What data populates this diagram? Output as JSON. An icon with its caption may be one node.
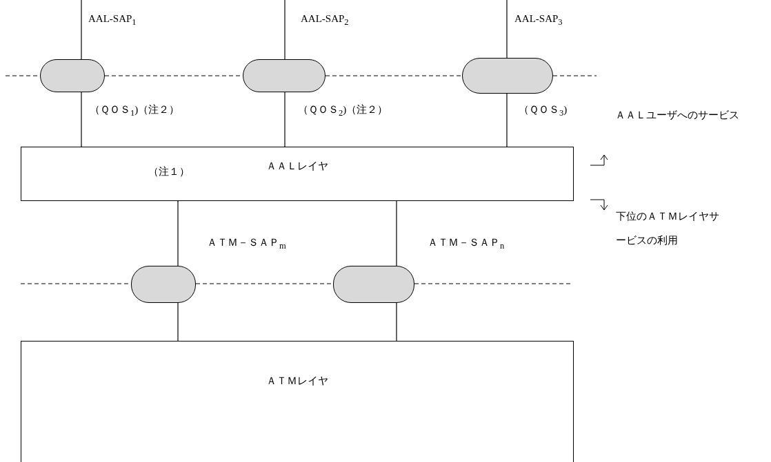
{
  "diagram": {
    "nodes": [
      {
        "text": [],
        "shape": "oval",
        "beside": [
          "AAL-SAP$_{1}$"
        ]
      },
      {
        "text": [],
        "shape": "oval",
        "beside": [
          "AAL-SAP$_{2}$"
        ]
      },
      {
        "text": [],
        "shape": "oval",
        "beside": [
          "AAL-SAP$_{3}$"
        ]
      },
      {
        "text": [
          "ＡＡＬレイヤ"
        ]
      },
      {
        "text": [],
        "shape": "oval",
        "beside": [
          "ＡＴＭ－ＳＡＰ$_{m}$"
        ]
      },
      {
        "text": [],
        "shape": "oval",
        "beside": [
          "ＡＴＭ－ＳＡＰ$_{n}$"
        ]
      },
      {
        "text": [
          "ＡＴＭレイヤ"
        ]
      }
    ],
    "edges": [
      {
        "from": null,
        "to": 0,
        "arrow": "none"
      },
      {
        "from": null,
        "to": 1,
        "arrow": "none"
      },
      {
        "from": null,
        "to": 2,
        "arrow": "none"
      },
      {
        "from": 0,
        "to": 3,
        "arrow": "none",
        "label": "（ＱＯＳ$_{1}$)（注２）"
      },
      {
        "from": 1,
        "to": 3,
        "arrow": "none",
        "label": "（ＱＯＳ$_{2}$)（注２）"
      },
      {
        "from": 2,
        "to": 3,
        "arrow": "none",
        "label": "（ＱＯＳ$_{3}$)"
      },
      {
        "from": 3,
        "to": 4,
        "arrow": "none"
      },
      {
        "from": 3,
        "to": 5,
        "arrow": "none"
      },
      {
        "from": 4,
        "to": 6,
        "arrow": "none"
      },
      {
        "from": 5,
        "to": 6,
        "arrow": "none"
      }
    ],
    "labels": [
      "（注１）",
      "ＡＡＬユーザへのサービス",
      "下位のＡＴＭレイヤサービスの利用"
    ]
  }
}
